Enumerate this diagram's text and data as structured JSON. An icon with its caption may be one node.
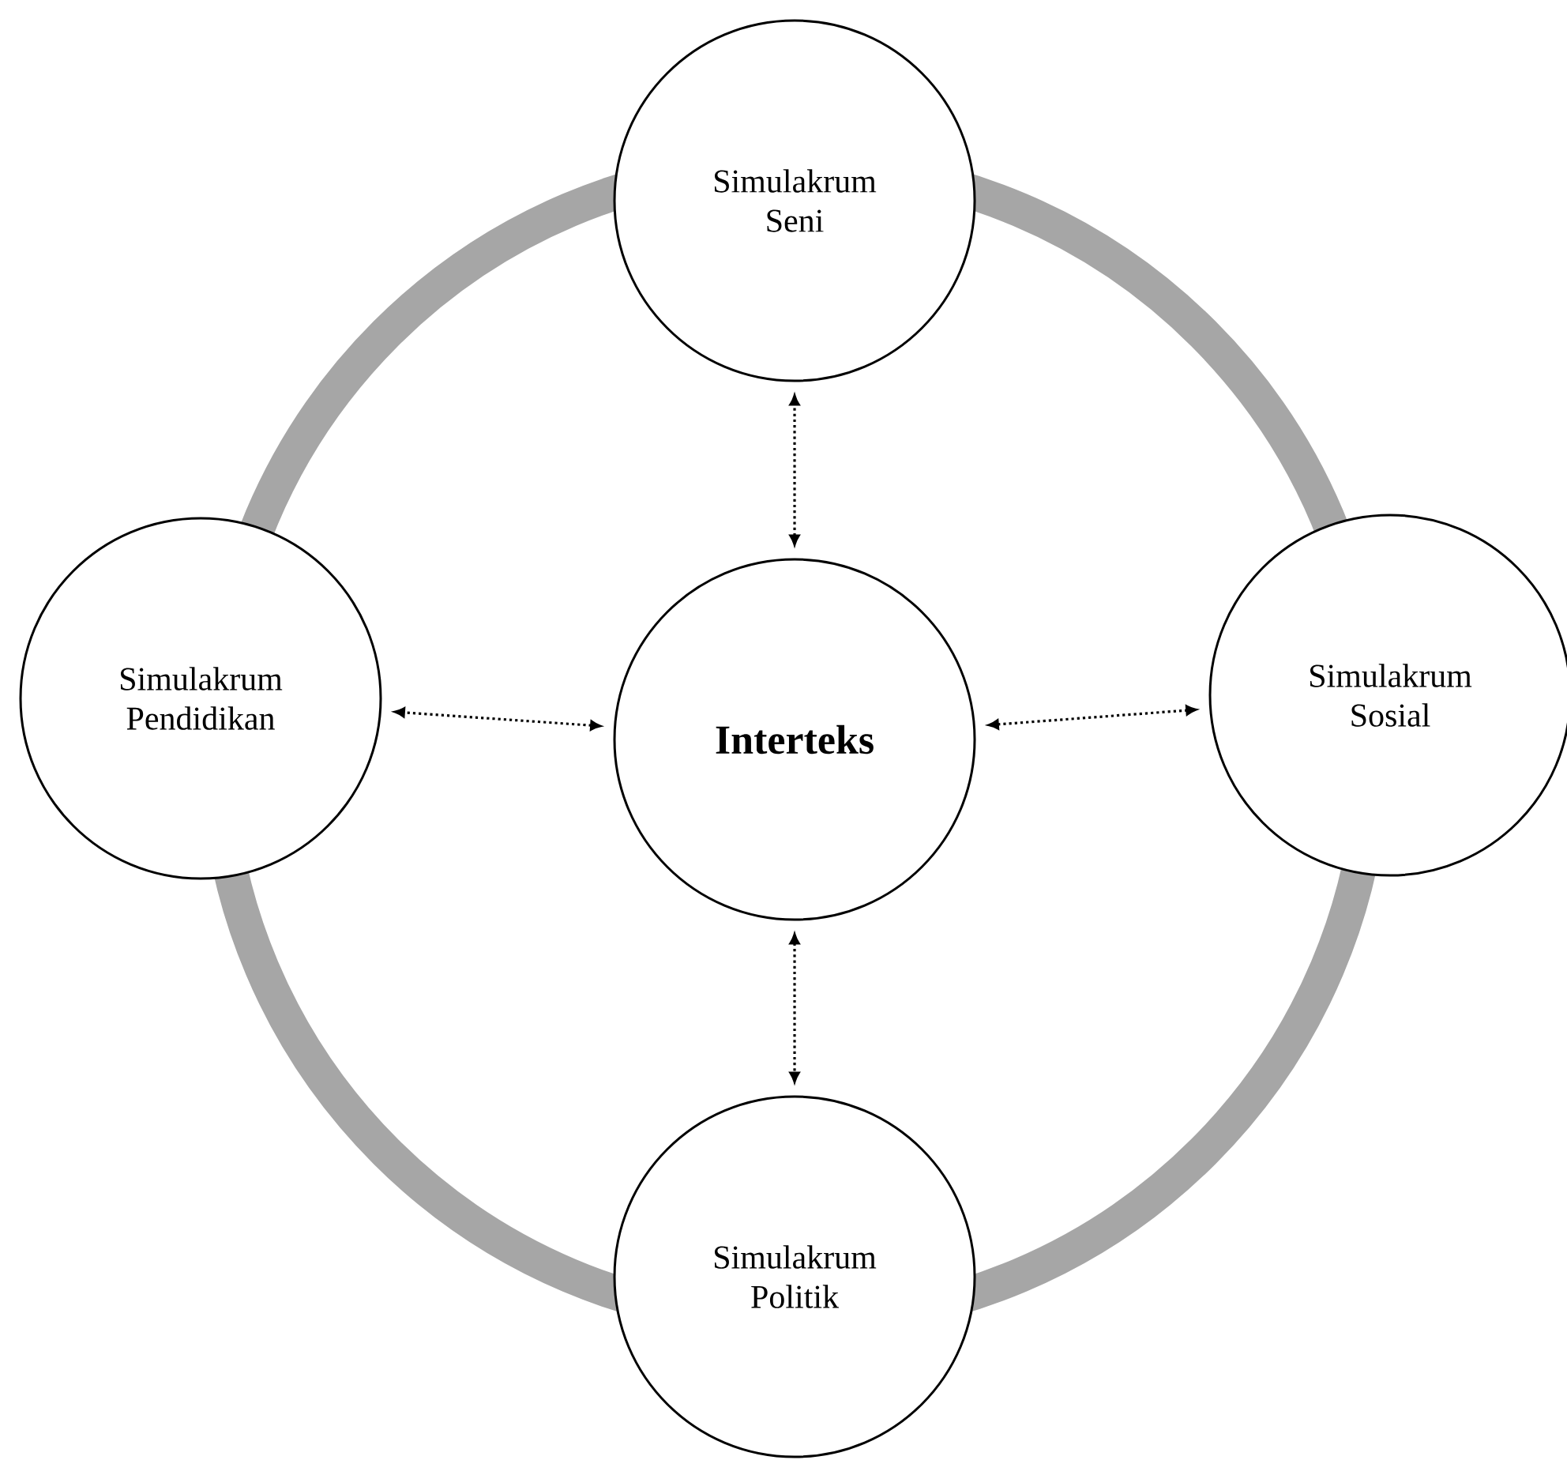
{
  "diagram": {
    "nodes": [
      {
        "text": [
          "Simulakrum Seni"
        ]
      },
      {
        "text": [
          "Simulakrum Pendidikan"
        ]
      },
      {
        "text": [
          "**Interteks**"
        ]
      },
      {
        "text": [
          "Simulakrum Sosial"
        ]
      },
      {
        "text": [
          "Simulakrum Politik"
        ]
      }
    ],
    "edges": [
      {
        "from": 2,
        "to": 0,
        "arrow": "both"
      },
      {
        "from": 2,
        "to": 1,
        "arrow": "both"
      },
      {
        "from": 2,
        "to": 3,
        "arrow": "both"
      },
      {
        "from": 2,
        "to": 4,
        "arrow": "both"
      }
    ]
  }
}
